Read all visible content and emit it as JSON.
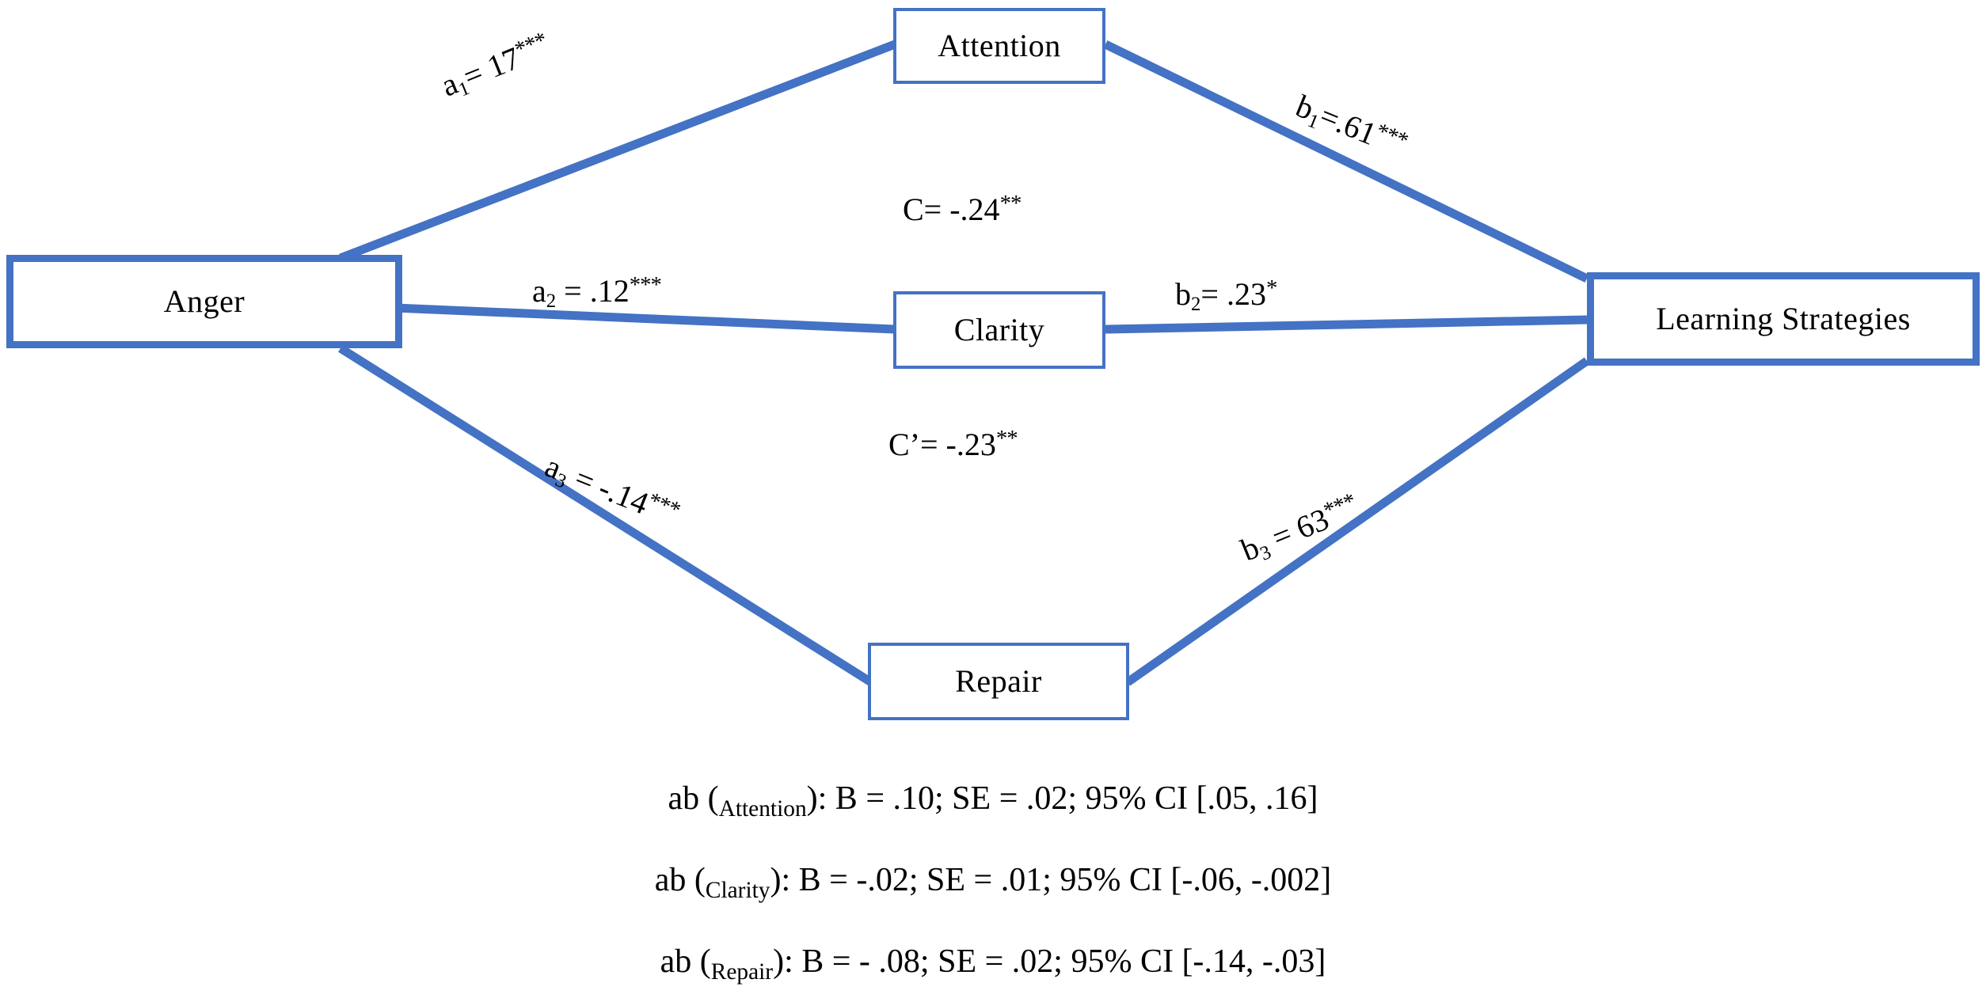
{
  "figure": {
    "type": "mediation-path-diagram",
    "accent_color": "#4472C4",
    "background_color": "#FFFFFF",
    "text_color": "#000000"
  },
  "nodes": {
    "predictor": {
      "id": "anger",
      "label": "Anger"
    },
    "mediator_1": {
      "id": "attention",
      "label": "Attention"
    },
    "mediator_2": {
      "id": "clarity",
      "label": "Clarity"
    },
    "mediator_3": {
      "id": "repair",
      "label": "Repair"
    },
    "outcome": {
      "id": "outcome",
      "label": "Learning Strategies"
    }
  },
  "paths": {
    "a1": {
      "name": "a",
      "index": "1",
      "eq": "= 17",
      "stars": "***"
    },
    "b1": {
      "name": "b",
      "index": "1",
      "eq": "=.61",
      "stars": "***"
    },
    "a2": {
      "name": "a",
      "index": "2",
      "eq": " = .12",
      "stars": "***"
    },
    "b2": {
      "name": "b",
      "index": "2",
      "eq": "= .23",
      "stars": "*"
    },
    "a3": {
      "name": "a",
      "index": "3",
      "eq": " = -.14",
      "stars": "***"
    },
    "b3": {
      "name": "b",
      "index": "3",
      "eq": " = 63",
      "stars": "***"
    },
    "c": {
      "label": "C= -.24",
      "stars": "**"
    },
    "c_prime": {
      "label": "C’= -.23",
      "stars": "**"
    }
  },
  "indirect_effects": [
    {
      "prefix": "ab (",
      "mediator": "Attention",
      "suffix": "): B = .10; SE = .02; 95% CI [.05, .16]"
    },
    {
      "prefix": "ab (",
      "mediator": "Clarity",
      "suffix": "): B = -.02; SE = .01; 95% CI [-.06, -.002]"
    },
    {
      "prefix": "ab (",
      "mediator": "Repair",
      "suffix": "): B = - .08; SE = .02; 95% CI [-.14, -.03]"
    }
  ],
  "chart_data": {
    "type": "diagram",
    "title": "",
    "model": "parallel multiple mediation",
    "predictor": "Anger",
    "outcome": "Learning Strategies",
    "mediators": [
      "Attention",
      "Clarity",
      "Repair"
    ],
    "a_paths": [
      {
        "mediator": "Attention",
        "label": "a1 = 17***",
        "value": 0.17,
        "significance": "***"
      },
      {
        "mediator": "Clarity",
        "label": "a2 = .12***",
        "value": 0.12,
        "significance": "***"
      },
      {
        "mediator": "Repair",
        "label": "a3 = -.14***",
        "value": -0.14,
        "significance": "***"
      }
    ],
    "b_paths": [
      {
        "mediator": "Attention",
        "label": "b1 =.61***",
        "value": 0.61,
        "significance": "***"
      },
      {
        "mediator": "Clarity",
        "label": "b2= .23*",
        "value": 0.23,
        "significance": "*"
      },
      {
        "mediator": "Repair",
        "label": "b3 = 63***",
        "value": 0.63,
        "significance": "***"
      }
    ],
    "total_effect": {
      "label": "C= -.24**",
      "value": -0.24,
      "significance": "**"
    },
    "direct_effect": {
      "label": "C’= -.23**",
      "value": -0.23,
      "significance": "**"
    },
    "indirect_effects": [
      {
        "mediator": "Attention",
        "B": 0.1,
        "SE": 0.02,
        "ci_low": 0.05,
        "ci_high": 0.16,
        "ci_level": "95%"
      },
      {
        "mediator": "Clarity",
        "B": -0.02,
        "SE": 0.01,
        "ci_low": -0.06,
        "ci_high": -0.002,
        "ci_level": "95%"
      },
      {
        "mediator": "Repair",
        "B": -0.08,
        "SE": 0.02,
        "ci_low": -0.14,
        "ci_high": -0.03,
        "ci_level": "95%"
      }
    ]
  }
}
